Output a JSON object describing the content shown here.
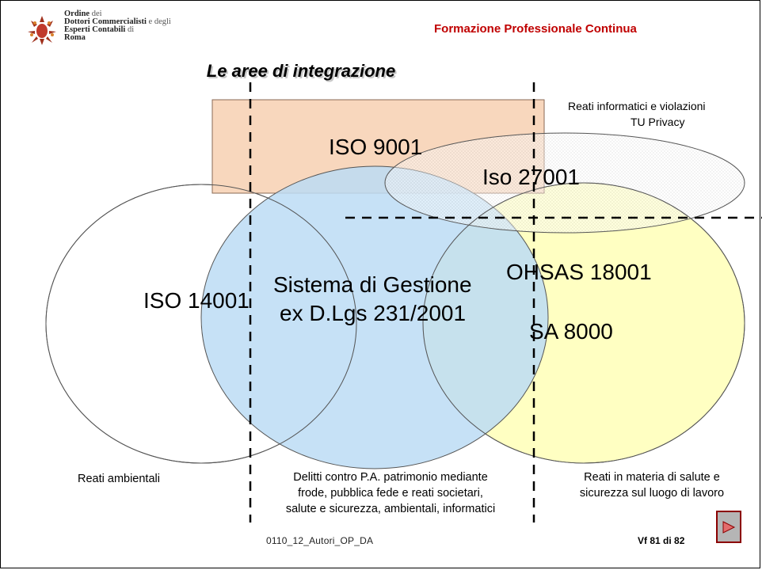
{
  "header": {
    "org_line1_bold": "Ordine",
    "org_line1_light": " dei",
    "org_line2_bold": "Dottori Commercialisti",
    "org_line2_light": " e degli",
    "org_line3_bold": "Esperti Contabili",
    "org_line3_light": " di",
    "org_line4_bold": "Roma",
    "program": "Formazione Professionale Continua"
  },
  "title": "Le aree di integrazione",
  "shapes": {
    "iso9001": "ISO 9001",
    "iso27001": "Iso 27001",
    "iso27001_caption_line1": "Reati informatici e violazioni",
    "iso27001_caption_line2": "TU Privacy",
    "iso14001": "ISO 14001",
    "center_line1": "Sistema di Gestione",
    "center_line2": "ex D.Lgs 231/2001",
    "ohsas": "OHSAS 18001",
    "sa8000": "SA 8000"
  },
  "captions": {
    "left": "Reati ambientali",
    "center_line1": "Delitti contro P.A. patrimonio mediante",
    "center_line2": "frode, pubblica fede e reati societari,",
    "center_line3": "salute e sicurezza, ambientali, informatici",
    "right_line1": "Reati in materia di salute e",
    "right_line2": "sicurezza sul luogo di lavoro"
  },
  "footer": {
    "code": "0110_12_Autori_OP_DA",
    "page": "Vf 81 di 82"
  },
  "colors": {
    "header_red": "#c00000",
    "iso9001_fill": "#f8d7bd",
    "center_fill": "#bcdcf4",
    "right_fill": "#ffffc2",
    "nav_border": "#8b0000"
  }
}
